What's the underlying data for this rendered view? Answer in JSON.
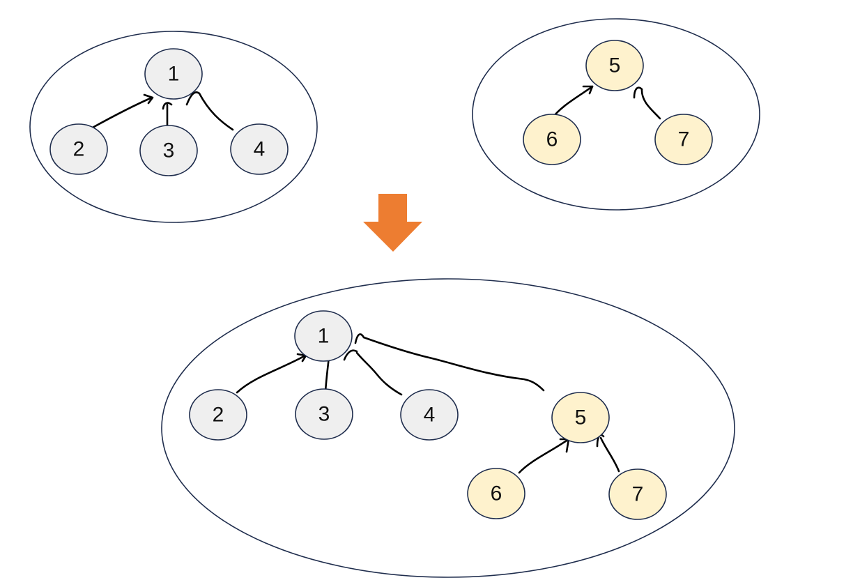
{
  "colors": {
    "set_a_fill": "#efefef",
    "set_b_fill": "#fef2cd",
    "outline": "#1f2d4d",
    "arrow": "#ed7d31",
    "edge": "#000000"
  },
  "top_left": {
    "nodes": [
      {
        "id": "1",
        "label": "1",
        "color": "set_a_fill"
      },
      {
        "id": "2",
        "label": "2",
        "color": "set_a_fill"
      },
      {
        "id": "3",
        "label": "3",
        "color": "set_a_fill"
      },
      {
        "id": "4",
        "label": "4",
        "color": "set_a_fill"
      }
    ],
    "edges": [
      {
        "from": "2",
        "to": "1"
      },
      {
        "from": "3",
        "to": "1"
      },
      {
        "from": "4",
        "to": "1"
      }
    ]
  },
  "top_right": {
    "nodes": [
      {
        "id": "5",
        "label": "5",
        "color": "set_b_fill"
      },
      {
        "id": "6",
        "label": "6",
        "color": "set_b_fill"
      },
      {
        "id": "7",
        "label": "7",
        "color": "set_b_fill"
      }
    ],
    "edges": [
      {
        "from": "6",
        "to": "5"
      },
      {
        "from": "7",
        "to": "5"
      }
    ]
  },
  "merged": {
    "nodes": [
      {
        "id": "1",
        "label": "1",
        "color": "set_a_fill"
      },
      {
        "id": "2",
        "label": "2",
        "color": "set_a_fill"
      },
      {
        "id": "3",
        "label": "3",
        "color": "set_a_fill"
      },
      {
        "id": "4",
        "label": "4",
        "color": "set_a_fill"
      },
      {
        "id": "5",
        "label": "5",
        "color": "set_b_fill"
      },
      {
        "id": "6",
        "label": "6",
        "color": "set_b_fill"
      },
      {
        "id": "7",
        "label": "7",
        "color": "set_b_fill"
      }
    ],
    "edges": [
      {
        "from": "2",
        "to": "1"
      },
      {
        "from": "3",
        "to": "1"
      },
      {
        "from": "4",
        "to": "1"
      },
      {
        "from": "5",
        "to": "1"
      },
      {
        "from": "6",
        "to": "5"
      },
      {
        "from": "7",
        "to": "5"
      }
    ]
  },
  "transition_arrow": {
    "icon": "down-arrow-icon"
  }
}
